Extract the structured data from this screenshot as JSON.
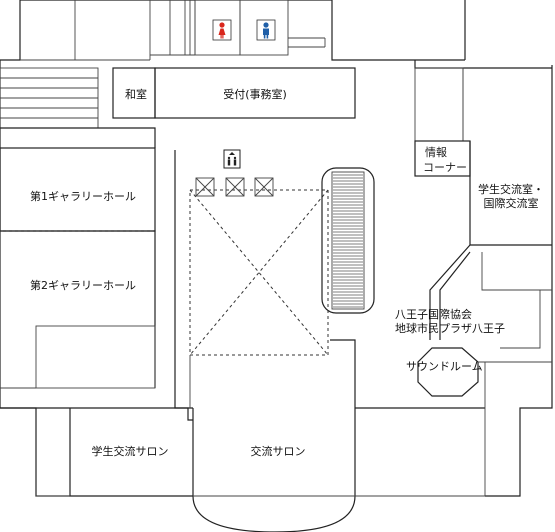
{
  "rooms": {
    "washitsu": "和室",
    "uketsuke": "受付(事務室)",
    "gallery1": "第1ギャラリーホール",
    "gallery2": "第2ギャラリーホール",
    "joho_line1": "情報",
    "joho_line2": "コーナー",
    "gakusei_line1": "学生交流室・",
    "gakusei_line2": "国際交流室",
    "kyokai_line1": "八王子国際協会",
    "kyokai_line2": "地球市民プラザ八王子",
    "sound_room": "サウンドルーム",
    "gakusei_salon": "学生交流サロン",
    "koryu_salon": "交流サロン"
  },
  "icons": {
    "toilet_female": "female-restroom-icon",
    "toilet_male": "male-restroom-icon",
    "elevator": "elevator-icon",
    "escalator": "escalator-icon",
    "void": "void-crossed-box-icon"
  },
  "colors": {
    "female": "#d9261c",
    "male": "#1f5fa8",
    "info_fill": "#a8dce8",
    "wall": "#222222"
  }
}
